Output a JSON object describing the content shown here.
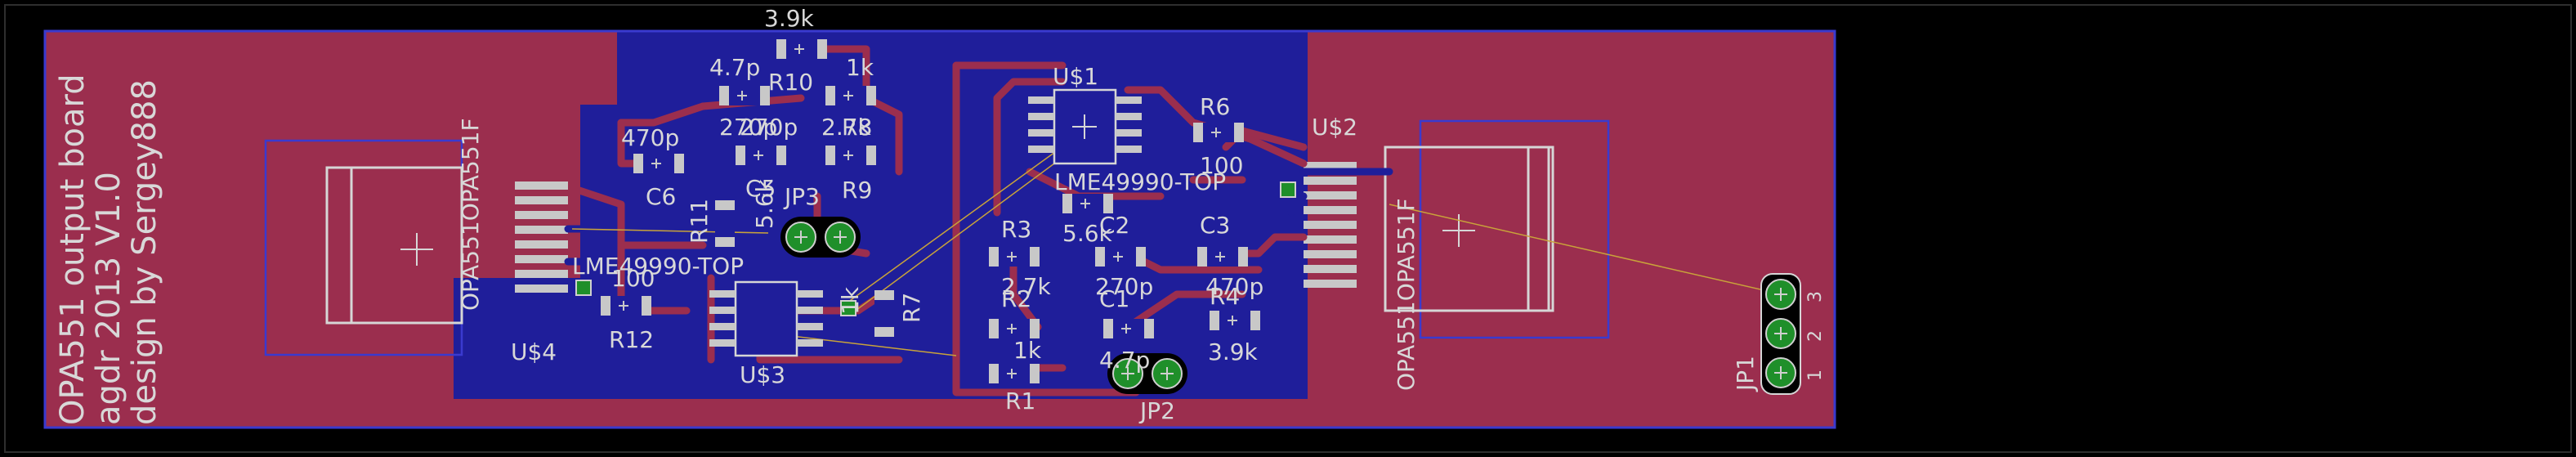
{
  "board": {
    "title_lines": [
      "OPA551 output board",
      "agdr 2013 V1.0",
      "design by Sergey888"
    ]
  },
  "colors": {
    "background": "#000000",
    "copper_top": "#9b2e4e",
    "copper_bottom": "#1f1e9a",
    "outline": "#3a3acf",
    "silk": "#d6d6d6",
    "pad": "#c8c8c8",
    "via_pad": "#1f8f2a",
    "airwire": "#c9a33a"
  },
  "labels": {
    "r10_value": "3.9k",
    "c_47p": "4.7p",
    "r10": "R10",
    "r1k_top": "1k",
    "c_270p_a": "270p",
    "c_270p_b": "270p",
    "r8": "R8",
    "r_2k7": "2.7k",
    "c6_value": "470p",
    "c6": "C6",
    "c5": "C5",
    "r9": "R9",
    "r11": "R11",
    "r11_value": "5.6k",
    "jp3": "JP3",
    "u4_part": "OPA551OPA551F",
    "u4": "U$4",
    "u4_op_marker": "LME49990-TOP",
    "r12_value": "100",
    "r12": "R12",
    "r7": "R7",
    "r7_value": "1k",
    "u3": "U$3",
    "u1": "U$1",
    "u1_marker": "LME49990-TOP",
    "r6": "R6",
    "r6_value": "100",
    "u2": "U$2",
    "r3": "R3",
    "c2": "C2",
    "c3": "C3",
    "c2_value": "5.6k",
    "r3_value": "2.7k",
    "c3_270p": "270p",
    "c3_470p": "470p",
    "r2": "R2",
    "c1": "C1",
    "r4": "R4",
    "r2_value": "1k",
    "c1_value": "4.7p",
    "r4_value": "3.9k",
    "r1": "R1",
    "jp2": "JP2",
    "u2_part": "OPA551OPA551F",
    "jp1": "JP1",
    "jp1_pin1": "1",
    "jp1_pin2": "2",
    "jp1_pin3": "3"
  }
}
